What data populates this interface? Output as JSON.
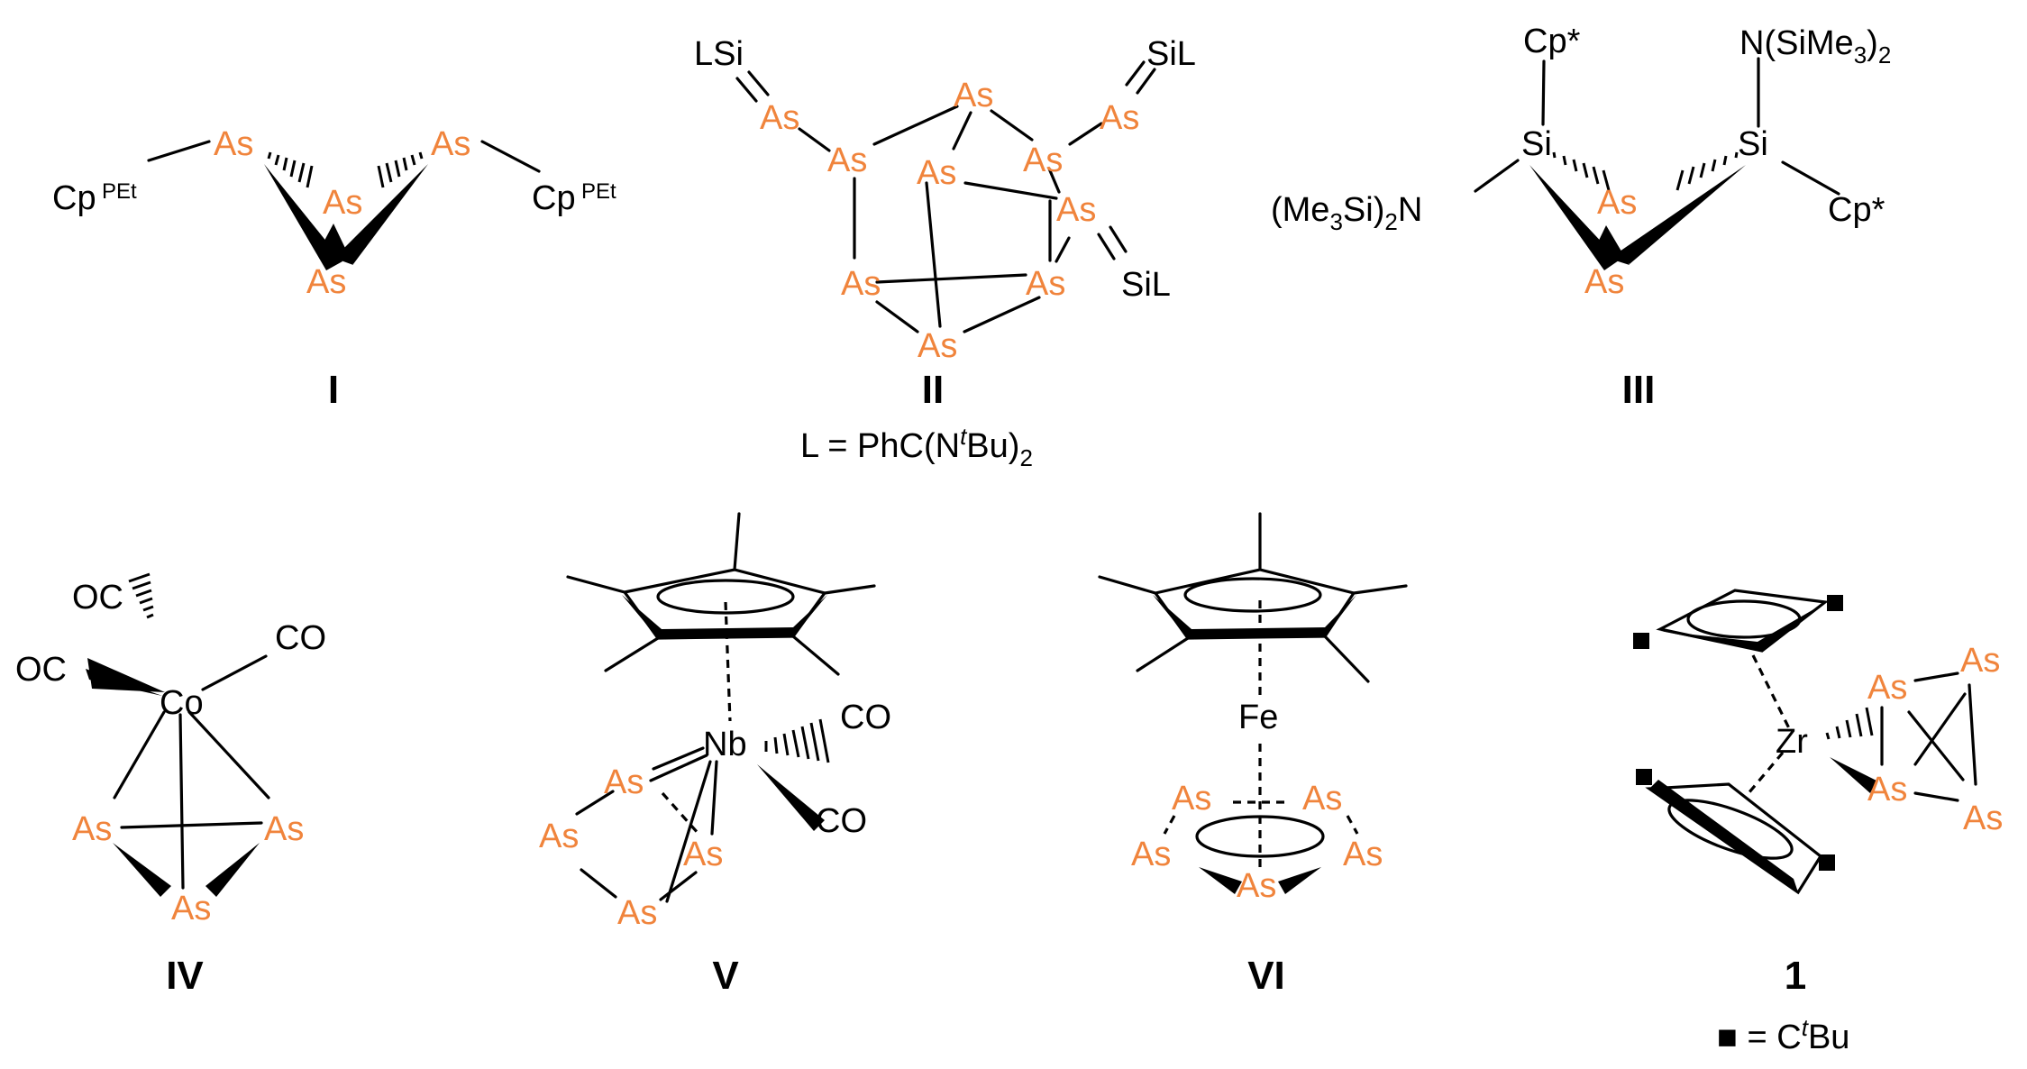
{
  "colors": {
    "arsenic": "#f0843c",
    "bond": "#000000",
    "background": "#ffffff"
  },
  "atoms": {
    "as": "As",
    "si": "Si",
    "co": "Co",
    "nb": "Nb",
    "fe": "Fe",
    "zr": "Zr"
  },
  "ligands": {
    "cp": "Cp",
    "cp_sup": "PEt",
    "cpstar": "Cp*",
    "lsi": "LSi",
    "sil": "SiL",
    "oc": "OC",
    "co": "CO",
    "nsime3_a": "N(SiMe",
    "nsime3_b": "3",
    "nsime3_c": ")",
    "nsime3_d": "2",
    "me3si_a": "(Me",
    "me3si_b": "3",
    "me3si_c": "Si)",
    "me3si_d": "2",
    "me3si_e": "N"
  },
  "compounds": [
    {
      "label": "I"
    },
    {
      "label": "II"
    },
    {
      "label": "III"
    },
    {
      "label": "IV"
    },
    {
      "label": "V"
    },
    {
      "label": "VI"
    },
    {
      "label": "1"
    }
  ],
  "notes": {
    "ii_a": "L = PhC(N",
    "ii_t": "t",
    "ii_b": "Bu)",
    "ii_sub": "2",
    "one_a": "■ = C",
    "one_t": "t",
    "one_b": "Bu"
  }
}
